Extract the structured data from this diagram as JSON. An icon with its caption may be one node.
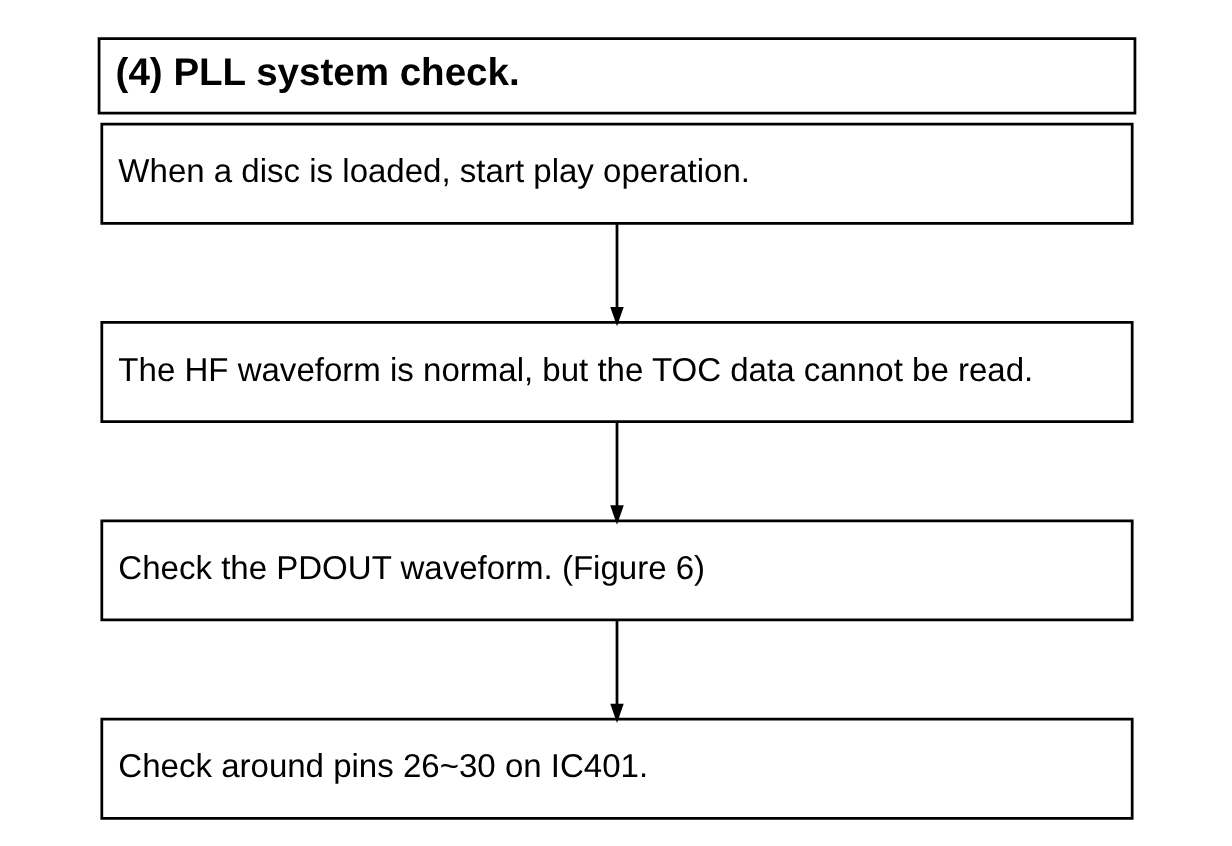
{
  "diagram": {
    "title": "(4) PLL system check.",
    "nodes": [
      {
        "text": [
          "When a disc is loaded, start play operation."
        ]
      },
      {
        "text": [
          "The HF waveform is normal, but the TOC data cannot be read."
        ]
      },
      {
        "text": [
          "Check the PDOUT waveform. (Figure 6)"
        ]
      },
      {
        "text": [
          "Check around pins 26~30 on IC401."
        ]
      }
    ],
    "edges": [
      {
        "from": 0,
        "to": 1,
        "arrow": "to"
      },
      {
        "from": 1,
        "to": 2,
        "arrow": "to"
      },
      {
        "from": 2,
        "to": 3,
        "arrow": "to"
      }
    ]
  }
}
